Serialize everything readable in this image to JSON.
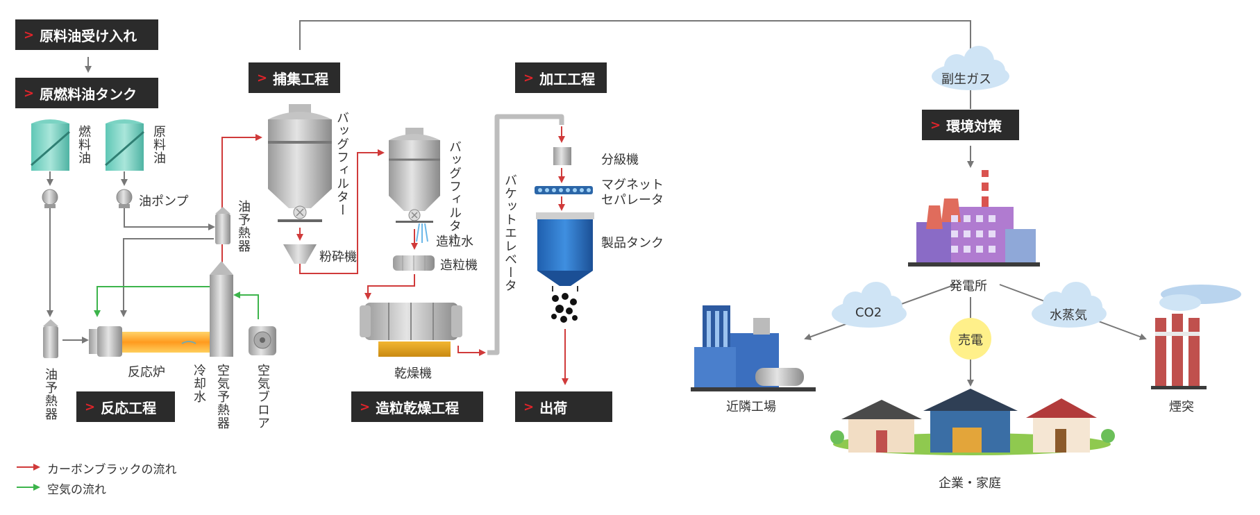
{
  "stages": {
    "receiving": "原料油受け入れ",
    "tank": "原燃料油タンク",
    "collection": "捕集工程",
    "processing": "加工工程",
    "environment": "環境対策",
    "reaction": "反応工程",
    "granulation": "造粒乾燥工程",
    "shipping": "出荷"
  },
  "components": {
    "fuel_oil": "燃料油",
    "raw_oil": "原料油",
    "oil_pump": "油ポンプ",
    "oil_preheater_top": "油予熱器",
    "oil_preheater_left": "油予熱器",
    "reactor": "反応炉",
    "cooling_water": "冷却水",
    "air_preheater": "空気予熱器",
    "air_blower": "空気ブロア",
    "bag_filter_1": "バッグフィルター",
    "crusher": "粉砕機",
    "bag_filter_2": "バッグフィルター",
    "granulating_water": "造粒水",
    "granulator": "造粒機",
    "dryer": "乾燥機",
    "bucket_elevator": "バケットエレベータ",
    "classifier": "分級機",
    "magnet_separator_1": "マグネット",
    "magnet_separator_2": "セパレータ",
    "product_tank": "製品タンク",
    "byproduct_gas": "副生ガス",
    "power_plant": "発電所",
    "co2": "CO2",
    "steam": "水蒸気",
    "electricity": "売電",
    "nearby_factory": "近隣工場",
    "chimney": "煙突",
    "companies_homes": "企業・家庭"
  },
  "legend": {
    "carbon_flow": "カーボンブラックの流れ",
    "air_flow": "空気の流れ"
  },
  "colors": {
    "label_bg": "#2b2b2b",
    "chevron": "#e0242a",
    "carbon_flow": "#d03a3a",
    "air_flow": "#3cb44b",
    "gray_flow": "#777777",
    "cloud": "#cfe4f5",
    "sun": "#fff08a"
  }
}
